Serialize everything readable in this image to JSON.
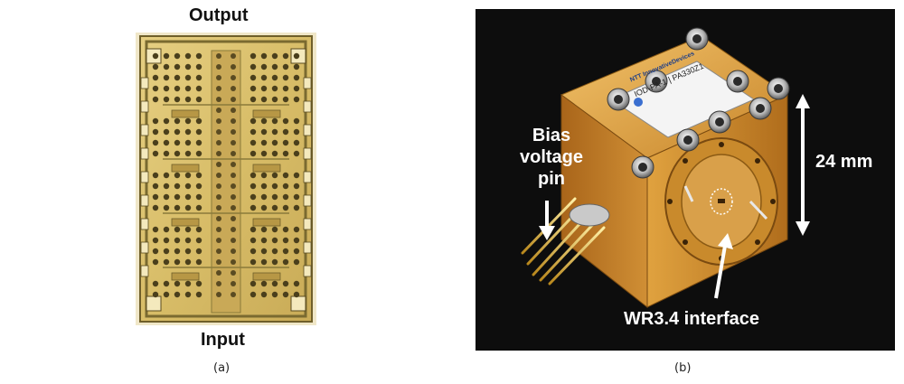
{
  "panel_a": {
    "output_label": "Output",
    "input_label": "Input",
    "caption": "(a)"
  },
  "panel_b": {
    "bias_label_line1": "Bias",
    "bias_label_line2": "voltage",
    "bias_label_line3": "pin",
    "dimension_label": "24 mm",
    "interface_label": "WR3.4 interface",
    "caption": "(b)",
    "module_brand_text": "NTT InnovativeDevices",
    "module_part_text": "IOD-PA-1 | PA330Z1"
  },
  "colors": {
    "chip_gold": "#d9bf6a",
    "chip_border": "#8a7a3a",
    "module_gold": "#d79a2e",
    "photo_background": "#0d0d0d",
    "arrow_white": "#ffffff"
  }
}
